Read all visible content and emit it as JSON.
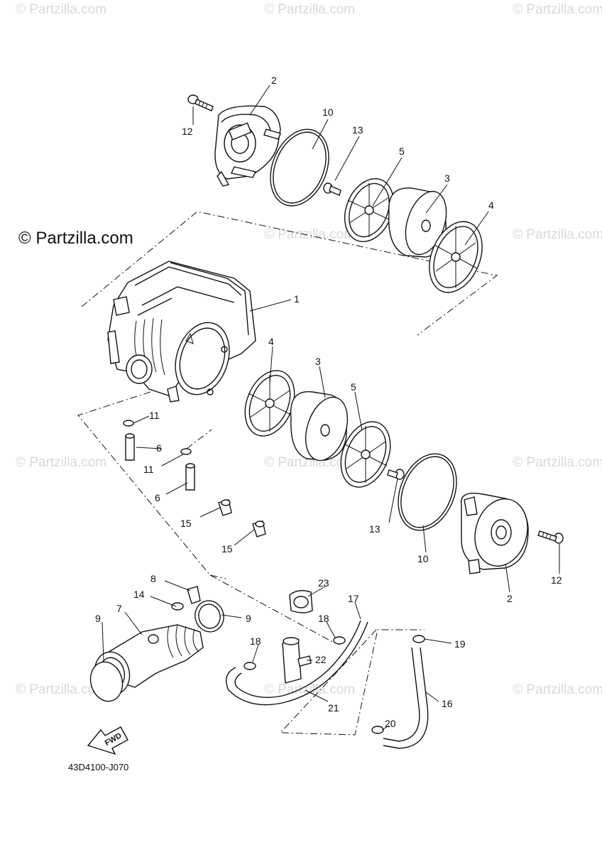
{
  "watermarks": {
    "repeat_text": "© Partzilla.com",
    "brand_text": "© Partzilla.com"
  },
  "diagram_code": "43D4100-J070",
  "fwd_label": "FWD",
  "callouts": [
    "1",
    "2",
    "2",
    "3",
    "3",
    "4",
    "4",
    "5",
    "5",
    "6",
    "6",
    "7",
    "8",
    "9",
    "9",
    "10",
    "10",
    "11",
    "11",
    "12",
    "12",
    "13",
    "13",
    "14",
    "15",
    "15",
    "16",
    "17",
    "18",
    "18",
    "19",
    "20",
    "21",
    "22",
    "23"
  ]
}
